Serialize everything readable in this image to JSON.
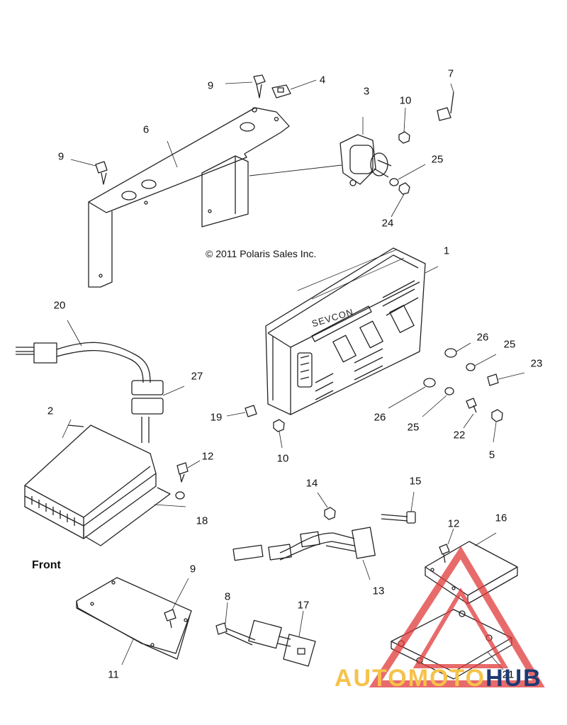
{
  "copyright": "© 2011 Polaris Sales Inc.",
  "front_label": "Front",
  "sevcon_label": "SEVCON",
  "watermark": {
    "part_a": "AUTOMOTO",
    "part_b": "HUB",
    "color_a": "#f6c24a",
    "color_b": "#1e3a73",
    "triangle_color": "#e03a3a"
  },
  "callouts": [
    "1",
    "2",
    "3",
    "4",
    "5",
    "6",
    "7",
    "8",
    "9",
    "9",
    "9",
    "10",
    "10",
    "11",
    "12",
    "12",
    "13",
    "14",
    "15",
    "16",
    "17",
    "18",
    "19",
    "20",
    "21",
    "22",
    "23",
    "24",
    "25",
    "25",
    "25",
    "26",
    "26",
    "27"
  ]
}
